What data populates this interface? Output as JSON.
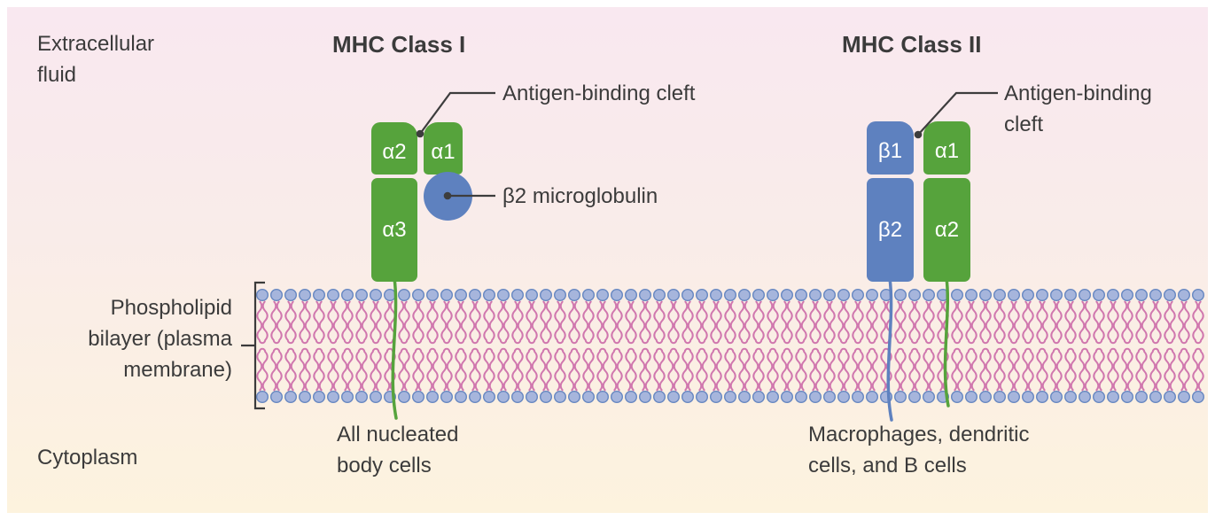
{
  "labels": {
    "extracellular_fluid": "Extracellular\nfluid",
    "cytoplasm": "Cytoplasm",
    "phospholipid_bilayer": "Phospholipid\nbilayer (plasma\nmembrane)",
    "mhc1_title": "MHC Class I",
    "mhc2_title": "MHC Class II",
    "mhc1_cleft": "Antigen-binding cleft",
    "mhc2_cleft": "Antigen-binding\ncleft",
    "beta2_microglobulin": "β2 microglobulin",
    "mhc1_expression": "All nucleated\nbody cells",
    "mhc2_expression": "Macrophages, dendritic\ncells, and B cells"
  },
  "mhc1_domains": {
    "alpha2": "α2",
    "alpha1": "α1",
    "alpha3": "α3"
  },
  "mhc2_domains": {
    "beta1": "β1",
    "alpha1": "α1",
    "beta2": "β2",
    "alpha2": "α2"
  },
  "colors": {
    "green": "#56a33c",
    "blue": "#5e81bf",
    "lipid_head_fill": "#a6b5dc",
    "lipid_head_stroke": "#6787c1",
    "lipid_tail": "#d077ae",
    "pointer_line": "#3d3d3d",
    "text": "#3b3b3b",
    "background_top": "#f9e8f0",
    "background_bottom": "#fdf3de"
  },
  "membrane": {
    "lipid_count": 67,
    "rows": 2
  }
}
